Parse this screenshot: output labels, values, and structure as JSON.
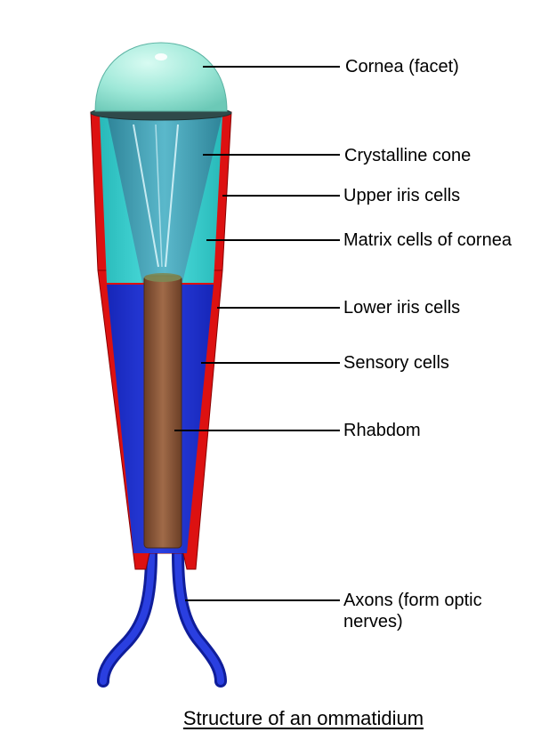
{
  "labels": {
    "cornea": "Cornea (facet)",
    "crystalline_cone": "Crystalline cone",
    "upper_iris": "Upper iris cells",
    "matrix_cells": "Matrix cells of cornea",
    "lower_iris": "Lower iris cells",
    "sensory_cells": "Sensory cells",
    "rhabdom": "Rhabdom",
    "axons": "Axons (form optic nerves)"
  },
  "caption": "Structure of an ommatidium",
  "colors": {
    "cornea": "#9ee8d8",
    "iris": "#dd1111",
    "matrix": "#33cccc",
    "cone": "#3a8fa6",
    "sensory": "#1a2fcc",
    "rhabdom": "#8a5a3c",
    "axon": "#1a2fcc"
  }
}
